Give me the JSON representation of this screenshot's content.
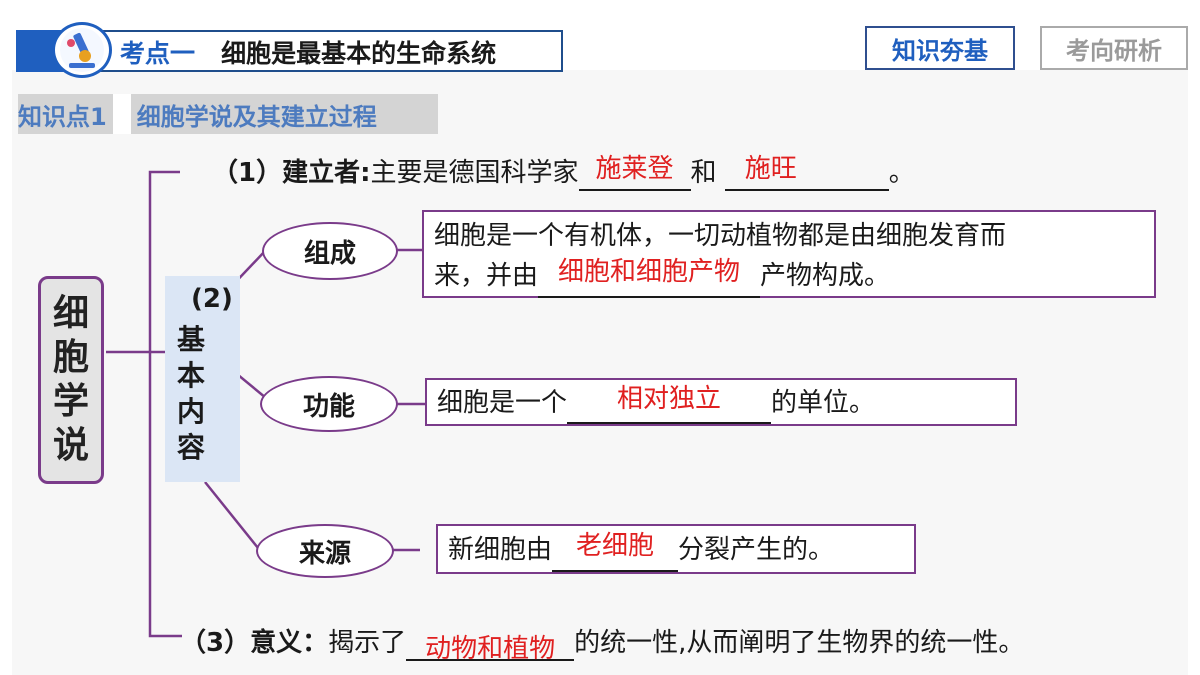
{
  "header": {
    "topic_label": "考点一",
    "topic_title": "细胞是最基本的生命系统",
    "tab_active": "知识夯基",
    "tab_inactive": "考向研析"
  },
  "section": {
    "label": "知识点1",
    "title": "细胞学说及其建立过程"
  },
  "concept_map": {
    "root": [
      "细",
      "胞",
      "学",
      "说"
    ],
    "item1": {
      "label": "（1）建立者:",
      "text_before": "主要是德国科学家",
      "answer1": "施莱登",
      "text_mid": "和",
      "answer2": "施旺",
      "text_after": "。"
    },
    "item2": {
      "num": "(2)",
      "label": [
        "基",
        "本",
        "内",
        "容"
      ],
      "composition": {
        "node": "组成",
        "line1": "细胞是一个有机体，一切动植物都是由细胞发育而",
        "line2_before": "来，并由",
        "answer": "细胞和细胞产物",
        "line2_after": "产物构成。"
      },
      "function": {
        "node": "功能",
        "text_before": "细胞是一个",
        "answer": "相对独立",
        "text_after": "的单位。"
      },
      "origin": {
        "node": "来源",
        "text_before": "新细胞由",
        "answer": "老细胞",
        "text_after": "分裂产生的。"
      }
    },
    "item3": {
      "label": "（3）意义：",
      "text_before": "揭示了",
      "answer": "动物和植物",
      "text_after": "的统一性,从而阐明了生物界的统一性。"
    }
  },
  "colors": {
    "answer_red": "#e02020",
    "purple_line": "#7a3b8a",
    "header_blue": "#1f5fbf"
  }
}
